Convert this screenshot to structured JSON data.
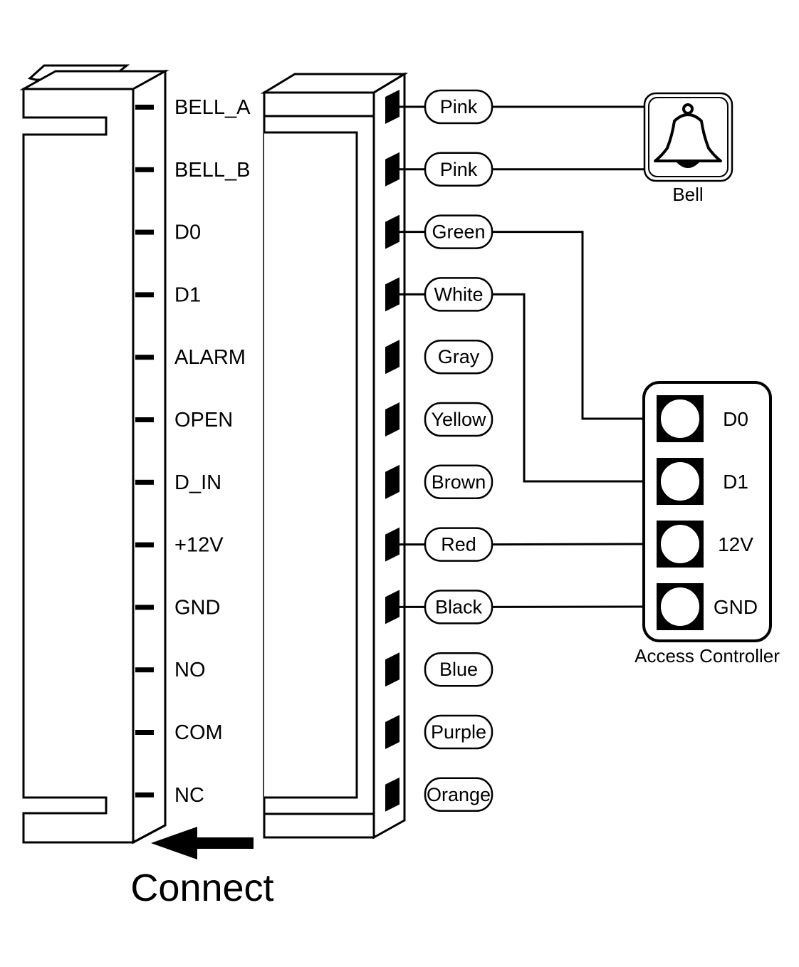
{
  "pins": [
    {
      "label": "BELL_A",
      "wire": "Pink"
    },
    {
      "label": "BELL_B",
      "wire": "Pink"
    },
    {
      "label": "D0",
      "wire": "Green"
    },
    {
      "label": "D1",
      "wire": "White"
    },
    {
      "label": "ALARM",
      "wire": "Gray"
    },
    {
      "label": "OPEN",
      "wire": "Yellow"
    },
    {
      "label": "D_IN",
      "wire": "Brown"
    },
    {
      "label": "+12V",
      "wire": "Red"
    },
    {
      "label": "GND",
      "wire": "Black"
    },
    {
      "label": "NO",
      "wire": "Blue"
    },
    {
      "label": "COM",
      "wire": "Purple"
    },
    {
      "label": "NC",
      "wire": "Orange"
    }
  ],
  "bell": {
    "caption": "Bell"
  },
  "controller": {
    "caption": "Access Controller",
    "terminals": [
      "D0",
      "D1",
      "12V",
      "GND"
    ]
  },
  "connect_label": "Connect",
  "connections": [
    {
      "from_pin": 0,
      "to": "bell"
    },
    {
      "from_pin": 1,
      "to": "bell"
    },
    {
      "from_pin": 2,
      "to": "controller",
      "terminal": 0
    },
    {
      "from_pin": 3,
      "to": "controller",
      "terminal": 1
    },
    {
      "from_pin": 7,
      "to": "controller",
      "terminal": 2
    },
    {
      "from_pin": 8,
      "to": "controller",
      "terminal": 3
    }
  ]
}
